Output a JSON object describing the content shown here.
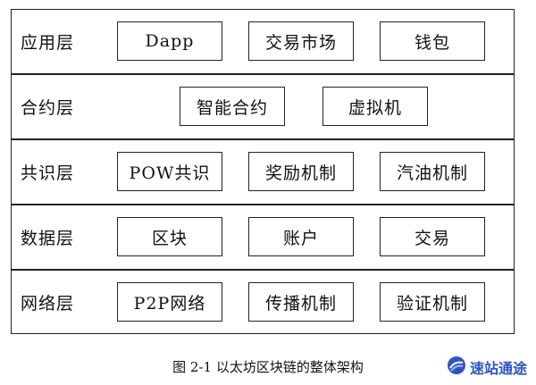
{
  "layers": [
    {
      "label": "应用层",
      "items": [
        "Dapp",
        "交易市场",
        "钱包"
      ]
    },
    {
      "label": "合约层",
      "items": [
        "智能合约",
        "虚拟机"
      ]
    },
    {
      "label": "共识层",
      "items": [
        "POW共识",
        "奖励机制",
        "汽油机制"
      ]
    },
    {
      "label": "数据层",
      "items": [
        "区块",
        "账户",
        "交易"
      ]
    },
    {
      "label": "网络层",
      "items": [
        "P2P网络",
        "传播机制",
        "验证机制"
      ]
    }
  ],
  "caption": "图 2-1 以太坊区块链的整体架构",
  "watermark": {
    "text": "速站通途",
    "icon": "swoosh-logo-icon",
    "color": "#2d54c7"
  }
}
